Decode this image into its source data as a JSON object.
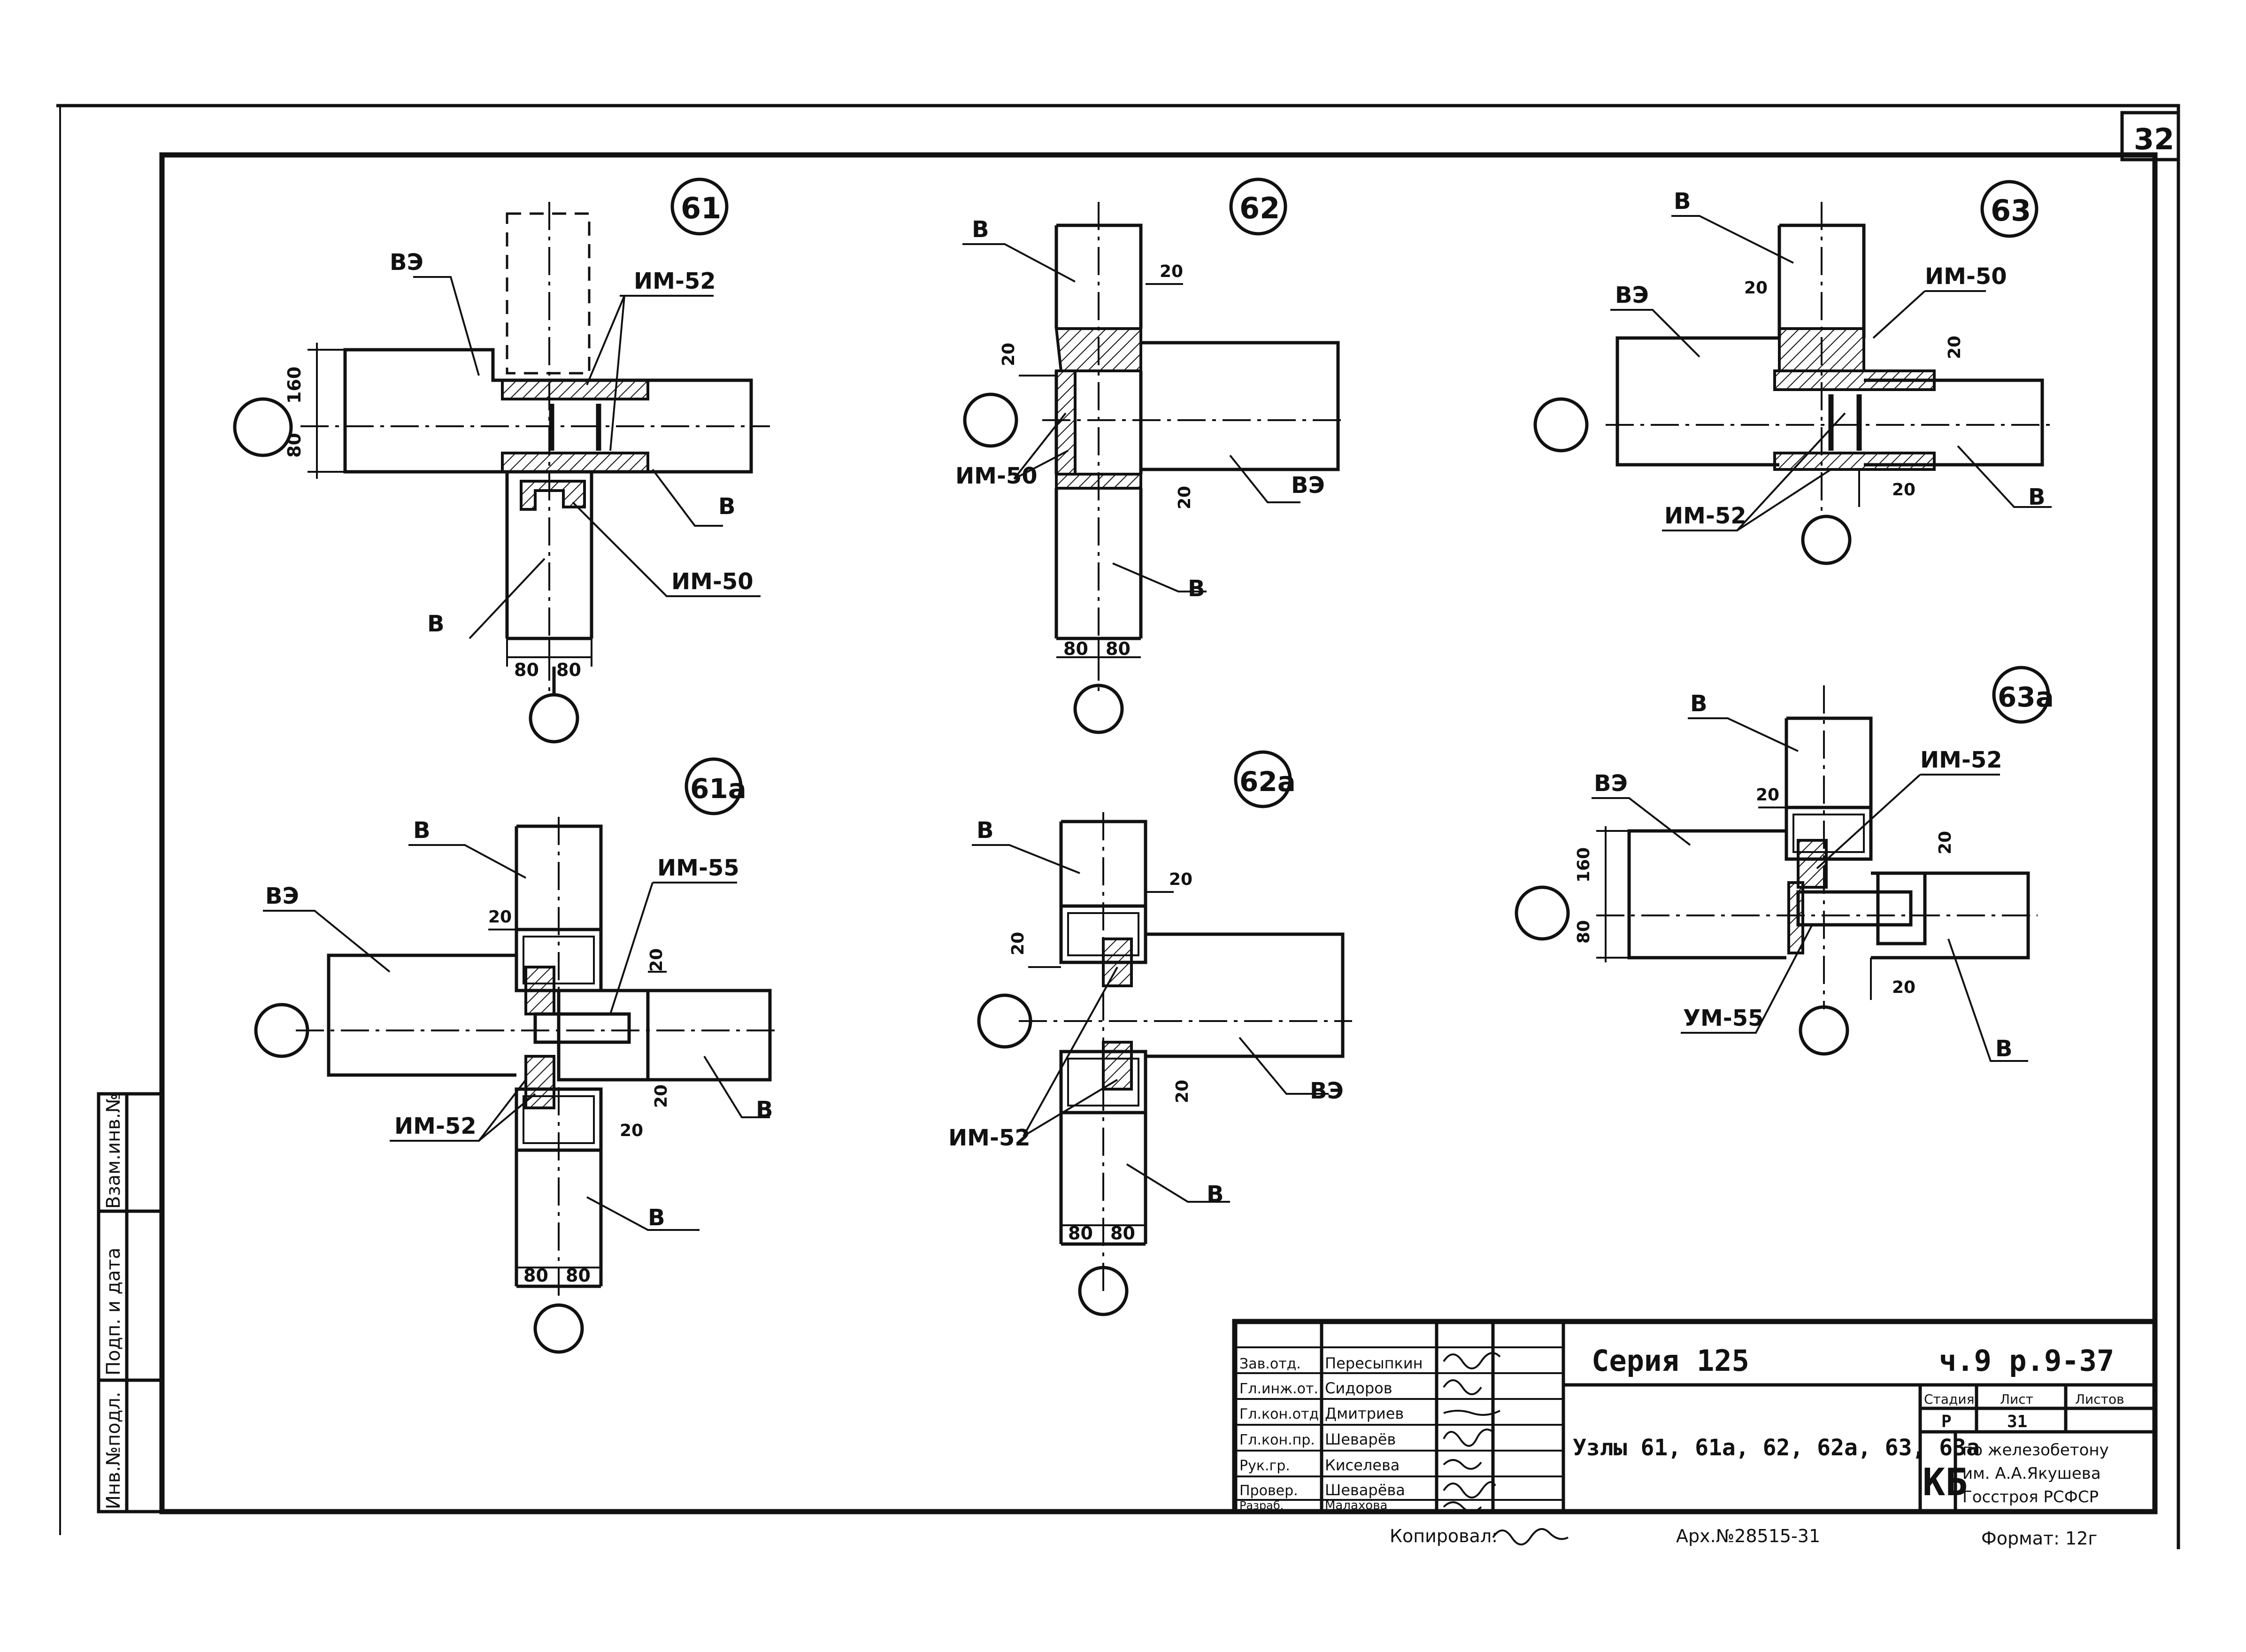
{
  "sheet_number": "32",
  "side_stamp": [
    "Инв.№подл.",
    "Подп. и дата",
    "Взам.инв.№"
  ],
  "nodes": [
    {
      "tag": "61",
      "labels": [
        "ВЭ",
        "ИМ-52",
        "В",
        "ИМ-50",
        "В"
      ],
      "dims": [
        "160",
        "80",
        "80",
        "80"
      ]
    },
    {
      "tag": "62",
      "labels": [
        "В",
        "ИМ-50",
        "ВЭ",
        "В"
      ],
      "dims": [
        "20",
        "20",
        "20",
        "80",
        "80"
      ]
    },
    {
      "tag": "63",
      "labels": [
        "В",
        "ВЭ",
        "ИМ-50",
        "ИМ-52",
        "В"
      ],
      "dims": [
        "20",
        "20",
        "20"
      ]
    },
    {
      "tag": "61а",
      "labels": [
        "В",
        "ВЭ",
        "ИМ-55",
        "ИМ-52",
        "В",
        "В"
      ],
      "dims": [
        "20",
        "20",
        "20",
        "20",
        "80",
        "80"
      ]
    },
    {
      "tag": "62а",
      "labels": [
        "В",
        "ВЭ",
        "ИМ-52",
        "В"
      ],
      "dims": [
        "20",
        "20",
        "20",
        "80",
        "80"
      ]
    },
    {
      "tag": "63а",
      "labels": [
        "В",
        "ВЭ",
        "ИМ-52",
        "УМ-55",
        "В"
      ],
      "dims": [
        "20",
        "160",
        "80",
        "20",
        "20"
      ]
    }
  ],
  "title_block": {
    "roles": [
      "Зав.отд.",
      "Гл.инж.от.",
      "Гл.кон.отд.",
      "Гл.кон.пр.",
      "Рук.гр.",
      "Провер.",
      "Разраб."
    ],
    "names": [
      "Пересыпкин",
      "Сидоров",
      "Дмитриев",
      "Шеварёв",
      "Киселева",
      "Шеварёва",
      "Малахова"
    ],
    "series": "Серия 125",
    "code": "ч.9 р.9-37",
    "title": "Узлы 61, 61а, 62, 62а, 63, 63а",
    "stage_header": "Стадия",
    "sheet_header": "Лист",
    "sheets_header": "Листов",
    "stage": "Р",
    "sheet": "31",
    "org_mark": "КБ",
    "org": [
      "по железобетону",
      "им. А.А.Якушева",
      "Госстроя РСФСР"
    ],
    "copied": "Копировал:",
    "archive": "Арх.№28515-31",
    "format": "Формат: 12г"
  }
}
